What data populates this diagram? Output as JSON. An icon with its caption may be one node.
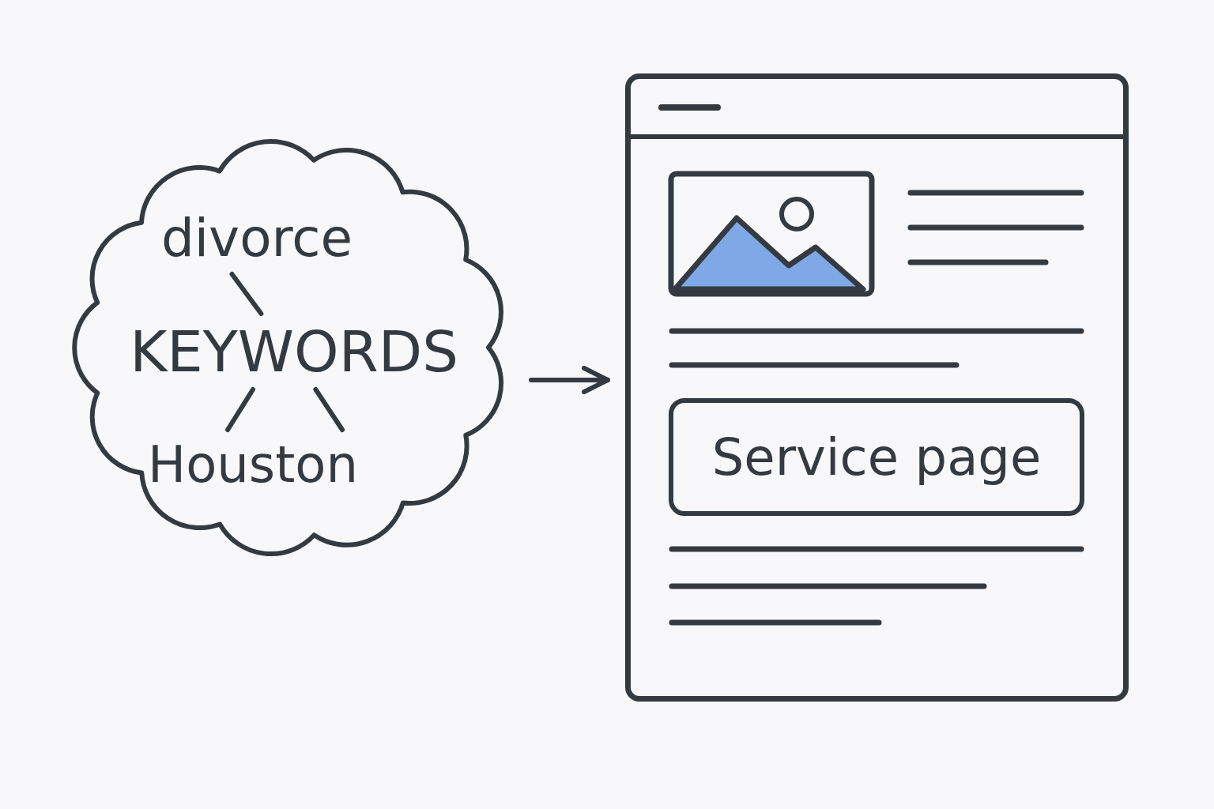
{
  "diagram": {
    "nodes": [
      {
        "text": [],
        "shape": "cloud"
      },
      {
        "text": [
          "divorce"
        ],
        "in": 0
      },
      {
        "text": [
          "KEYWORDS"
        ],
        "in": 0
      },
      {
        "text": [
          "Houston"
        ],
        "in": 0
      },
      {
        "text": [],
        "shape": "box"
      },
      {
        "text": [
          "Service page"
        ],
        "in": 4
      }
    ],
    "edges": [
      {
        "from": 1,
        "to": 2,
        "arrow": "none"
      },
      {
        "from": 2,
        "to": 3,
        "arrow": "none"
      },
      {
        "from": 2,
        "to": 3,
        "arrow": "none"
      },
      {
        "from": 0,
        "to": 4,
        "arrow": "to"
      }
    ]
  }
}
